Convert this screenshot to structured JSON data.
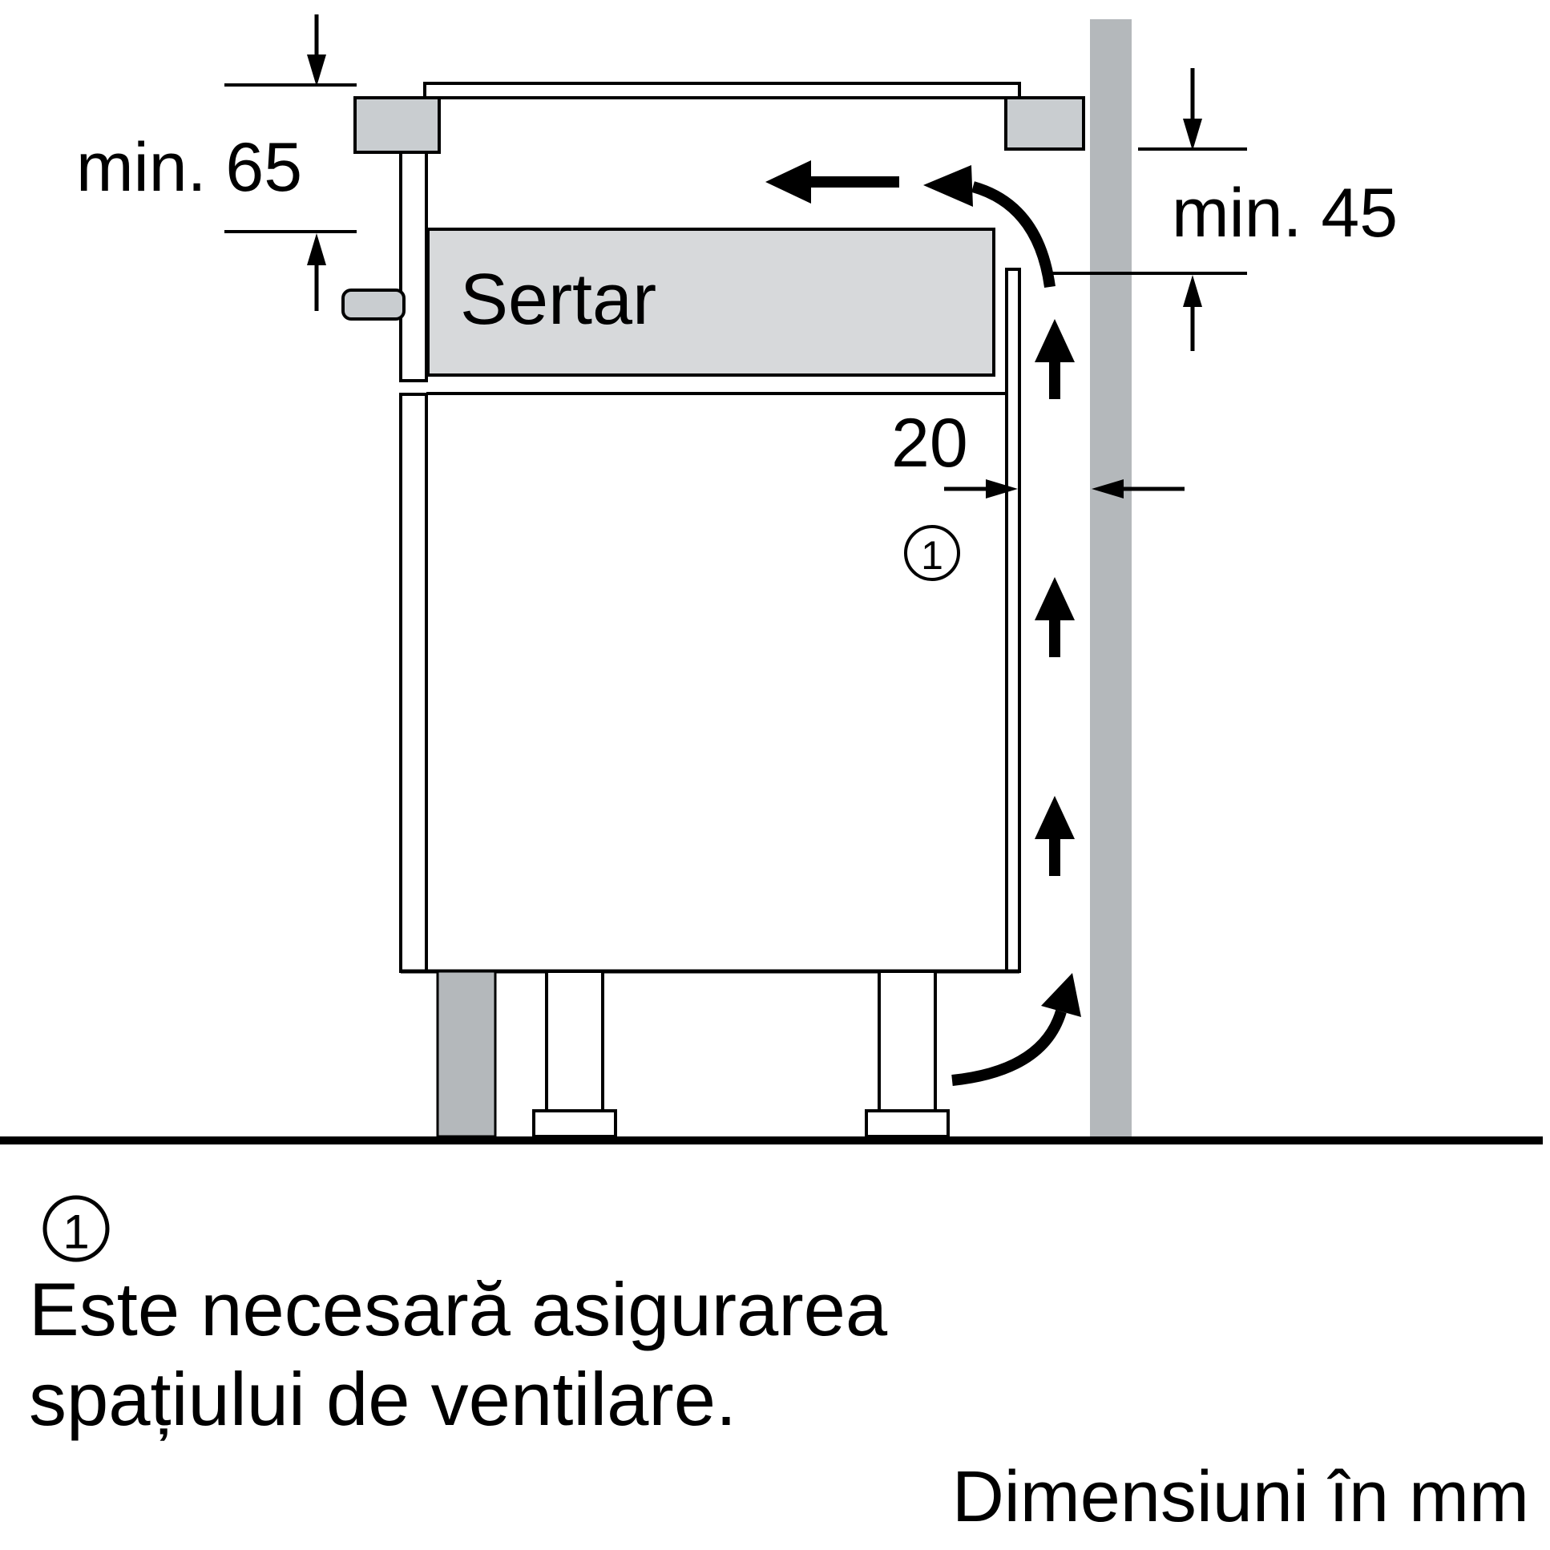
{
  "labels": {
    "min_worktop_to_drawer": "min. 65",
    "min_rear_clearance": "min. 45",
    "ventilation_gap": "20",
    "drawer": "Sertar",
    "note_marker": "1"
  },
  "legend": {
    "marker": "1",
    "line1": "Este necesară asigurarea",
    "line2": "spațiului de ventilare."
  },
  "footer": {
    "units": "Dimensiuni în mm"
  },
  "colors": {
    "line": "#000000",
    "wall": "#b4b8bb",
    "drawer_fill": "#d7d9db",
    "hob_fill": "#c9cdd0",
    "plinth": "#b4b8bb"
  }
}
